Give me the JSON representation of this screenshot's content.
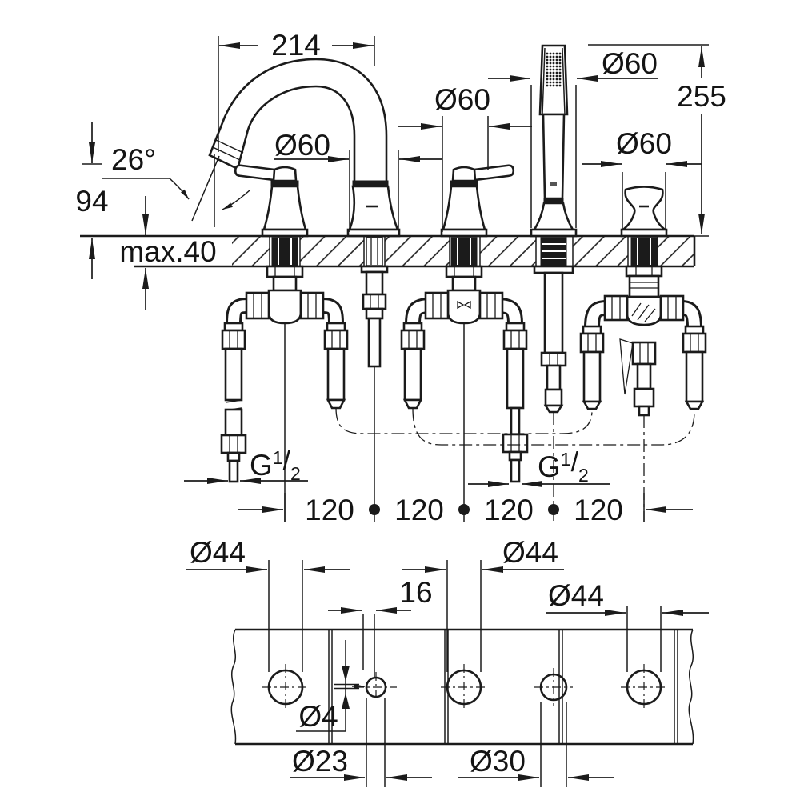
{
  "drawing": {
    "kind": "faucet-installation-technical-drawing",
    "views": {
      "front": "side elevation with under-deck connections",
      "plan": "deck hole layout"
    }
  },
  "dims": {
    "reach": "214",
    "angle": "26°",
    "outlet_height": "94",
    "deck_max": "max.40",
    "shower_height": "255",
    "dia_spout": "Ø60",
    "dia_handle_mid": "Ø60",
    "dia_shower": "Ø60",
    "dia_handle_right": "Ø60",
    "thread1": {
      "base": "G",
      "num": "1",
      "slash": "/",
      "den": "2"
    },
    "thread2": {
      "base": "G",
      "num": "1",
      "slash": "/",
      "den": "2"
    },
    "spacing": [
      "120",
      "120",
      "120",
      "120"
    ],
    "dia44_left": "Ø44",
    "dia44_mid": "Ø44",
    "dia44_right": "Ø44",
    "offset16": "16",
    "dia4": "Ø4",
    "dia23": "Ø23",
    "dia30": "Ø30"
  }
}
